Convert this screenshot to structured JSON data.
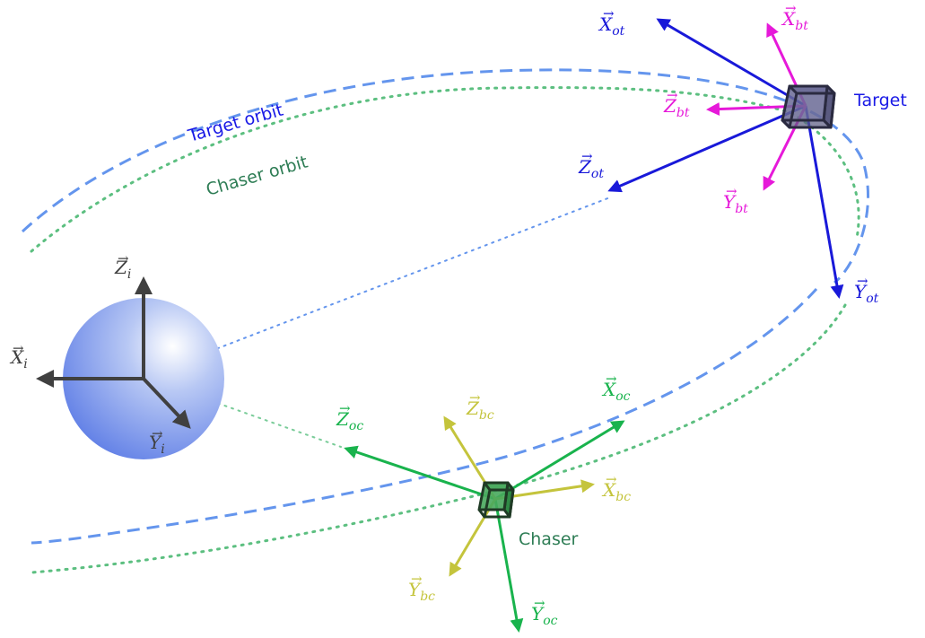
{
  "colors": {
    "target_orbit": "#6495ED",
    "chaser_orbit": "#5CBF80",
    "target_body": "#1919E6",
    "target_orbit_frame": "#1919D9",
    "target_body_frame": "#E619D9",
    "chaser_orbit_frame": "#19B34D",
    "chaser_body_frame": "#C4C43C",
    "inertial_frame": "#404040",
    "chaser_text": "#2E7D55"
  },
  "labels": {
    "target_orbit": "Target orbit",
    "chaser_orbit": "Chaser orbit",
    "target": "Target",
    "chaser": "Chaser"
  },
  "axes": {
    "inertial": {
      "x": "X",
      "x_sub": "i",
      "y": "Y",
      "y_sub": "i",
      "z": "Z",
      "z_sub": "i"
    },
    "target_orbit": {
      "x": "X",
      "x_sub": "ot",
      "y": "Y",
      "y_sub": "ot",
      "z": "Z",
      "z_sub": "ot"
    },
    "target_body": {
      "x": "X",
      "x_sub": "bt",
      "y": "Y",
      "y_sub": "bt",
      "z": "Z",
      "z_sub": "bt"
    },
    "chaser_orbit": {
      "x": "X",
      "x_sub": "oc",
      "y": "Y",
      "y_sub": "oc",
      "z": "Z",
      "z_sub": "oc"
    },
    "chaser_body": {
      "x": "X",
      "x_sub": "bc",
      "y": "Y",
      "y_sub": "bc",
      "z": "Z",
      "z_sub": "bc"
    }
  }
}
